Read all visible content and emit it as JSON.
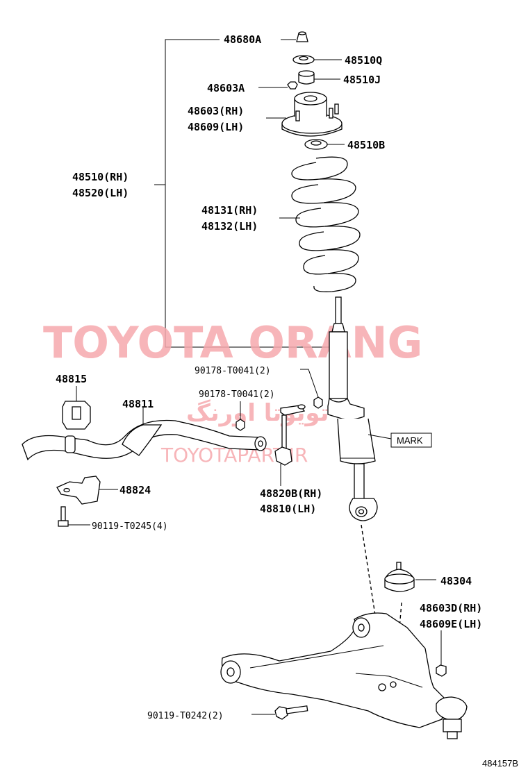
{
  "watermark": {
    "main": "TOYOTA ORANG",
    "persian": "تویوتا اورنگ",
    "site": "TOYOTAPART.IR"
  },
  "labels": {
    "p48680A": "48680A",
    "p48510Q": "48510Q",
    "p48510J": "48510J",
    "p48603A": "48603A",
    "p48603RH": "48603(RH)",
    "p48609LH": "48609(LH)",
    "p48510B": "48510B",
    "p48510RH": "48510(RH)",
    "p48520LH": "48520(LH)",
    "p48131RH": "48131(RH)",
    "p48132LH": "48132(LH)",
    "p48815": "48815",
    "p48811": "48811",
    "p90178a": "90178-T0041(2)",
    "p90178b": "90178-T0041(2)",
    "mark": "MARK",
    "p48824": "48824",
    "p90119a": "90119-T0245(4)",
    "p48820RH": "48820B(RH)",
    "p48810LH": "48810(LH)",
    "p48304": "48304",
    "p48603DRH": "48603D(RH)",
    "p48609ELH": "48609E(LH)",
    "p90119b": "90119-T0242(2)",
    "ref": "484157B"
  }
}
